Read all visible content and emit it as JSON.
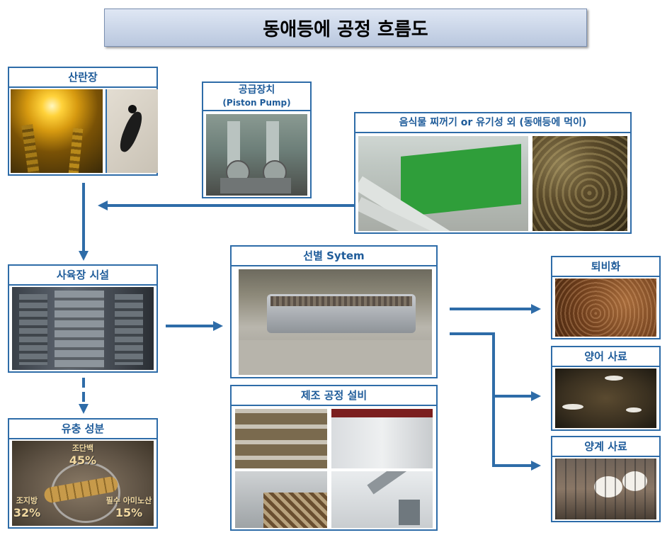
{
  "title": "동애등에 공정 흐름도",
  "boxes": {
    "spawning": "산란장",
    "pump_title": "공급장치",
    "pump_sub": "(Piston Pump)",
    "food": "음식물 찌꺼기 or 유기성 외 (동애등에 먹이)",
    "rearing": "사육장 시설",
    "sorting": "선별 Sytem",
    "manufacturing": "제조 공정 설비",
    "larva": "유충 성분",
    "compost": "퇴비화",
    "fish_feed": "양어 사료",
    "poultry_feed": "양계 사료"
  },
  "larva_stats": {
    "protein_label": "조단백",
    "protein_value": "45%",
    "fat_label": "조지방",
    "fat_value": "32%",
    "amino_label": "필수 아미노산",
    "amino_value": "15%"
  },
  "colors": {
    "accent": "#2e6ca8",
    "title_bg": "#c9d5ea"
  }
}
